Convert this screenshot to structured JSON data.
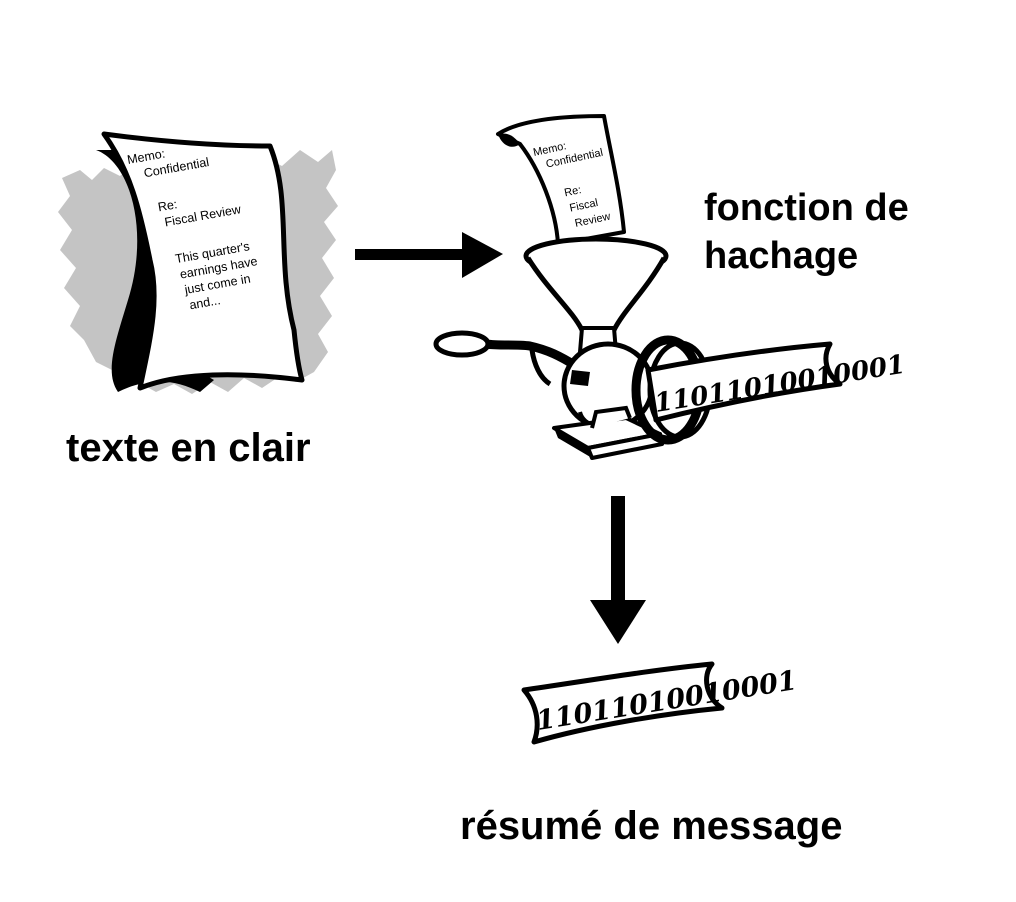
{
  "labels": {
    "plaintext": "texte en clair",
    "hash_function_line1": "fonction de",
    "hash_function_line2": "hachage",
    "digest": "résumé de message"
  },
  "document": {
    "lines": [
      "Memo:",
      "Confidential",
      "Re:",
      "Fiscal Review",
      "This quarter's",
      "earnings have",
      "just come in",
      "and..."
    ]
  },
  "grinder_paper": {
    "lines": [
      "Memo:",
      "Confidential",
      "Re:",
      "Fiscal",
      "Review"
    ]
  },
  "hash_output": "11011010010001",
  "digest_strip": "11011010010001",
  "colors": {
    "ink": "#000000",
    "shadow": "#c4c4c4",
    "paper": "#ffffff"
  }
}
